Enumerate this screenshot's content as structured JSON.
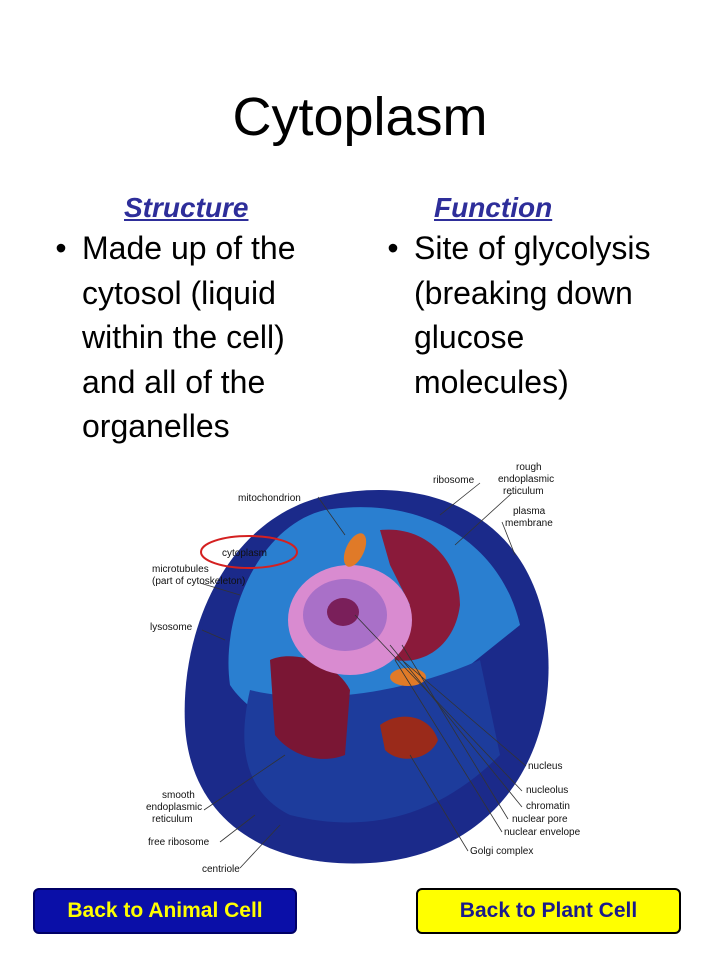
{
  "title": "Cytoplasm",
  "structure": {
    "heading": "Structure",
    "bullet": "Made up of the cytosol (liquid within the cell) and all of the organelles"
  },
  "function": {
    "heading": "Function",
    "bullet": "Site of glycolysis (breaking down glucose molecules)"
  },
  "figure": {
    "labels": {
      "ribosome": "ribosome",
      "rough1": "rough",
      "rough2": "endoplasmic",
      "rough3": "reticulum",
      "mitochondrion": "mitochondrion",
      "plasma1": "plasma",
      "plasma2": "membrane",
      "cytoplasm": "cytoplasm",
      "micro1": "microtubules",
      "micro2": "(part of cytoskeleton)",
      "lysosome": "lysosome",
      "nucleus": "nucleus",
      "smooth1": "smooth",
      "smooth2": "endoplasmic",
      "smooth3": "reticulum",
      "nucleolus": "nucleolus",
      "chromatin": "chromatin",
      "nuclear_pore": "nuclear pore",
      "free_ribosome": "free ribosome",
      "nuclear_envelope": "nuclear envelope",
      "golgi": "Golgi complex",
      "centriole": "centriole"
    },
    "colors": {
      "cell": "#1b2a8a",
      "cytosol": "#1f7fd0",
      "nucleus": "#e59ad6",
      "er": "#8a1a3a",
      "highlight_circle": "#d42020"
    }
  },
  "buttons": {
    "animal": "Back to Animal Cell",
    "plant": "Back to Plant Cell"
  }
}
